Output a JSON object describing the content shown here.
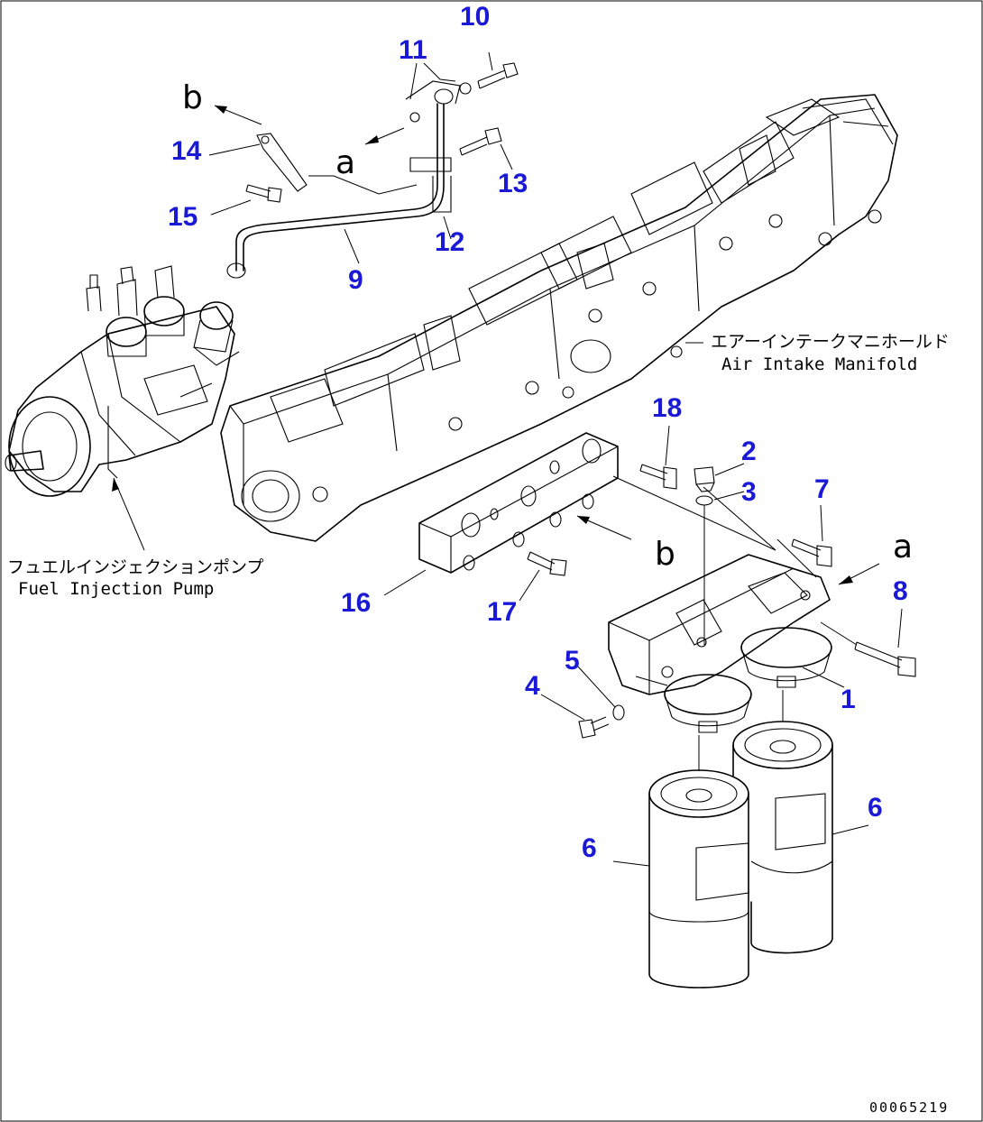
{
  "callouts": [
    {
      "id": "1",
      "label": "1"
    },
    {
      "id": "2",
      "label": "2"
    },
    {
      "id": "3",
      "label": "3"
    },
    {
      "id": "4",
      "label": "4"
    },
    {
      "id": "5",
      "label": "5"
    },
    {
      "id": "6a",
      "label": "6"
    },
    {
      "id": "6b",
      "label": "6"
    },
    {
      "id": "7",
      "label": "7"
    },
    {
      "id": "8",
      "label": "8"
    },
    {
      "id": "9",
      "label": "9"
    },
    {
      "id": "10",
      "label": "10"
    },
    {
      "id": "11",
      "label": "11"
    },
    {
      "id": "12",
      "label": "12"
    },
    {
      "id": "13",
      "label": "13"
    },
    {
      "id": "14",
      "label": "14"
    },
    {
      "id": "15",
      "label": "15"
    },
    {
      "id": "16",
      "label": "16"
    },
    {
      "id": "17",
      "label": "17"
    },
    {
      "id": "18",
      "label": "18"
    }
  ],
  "connection_markers": {
    "a": "a",
    "b": "b"
  },
  "captions": {
    "manifold_jp": "エアーインテークマニホールド",
    "manifold_en": "Air Intake Manifold",
    "pump_jp": "フュエルインジェクションポンプ",
    "pump_en": "Fuel Injection Pump"
  },
  "drawing_code": "00065219"
}
